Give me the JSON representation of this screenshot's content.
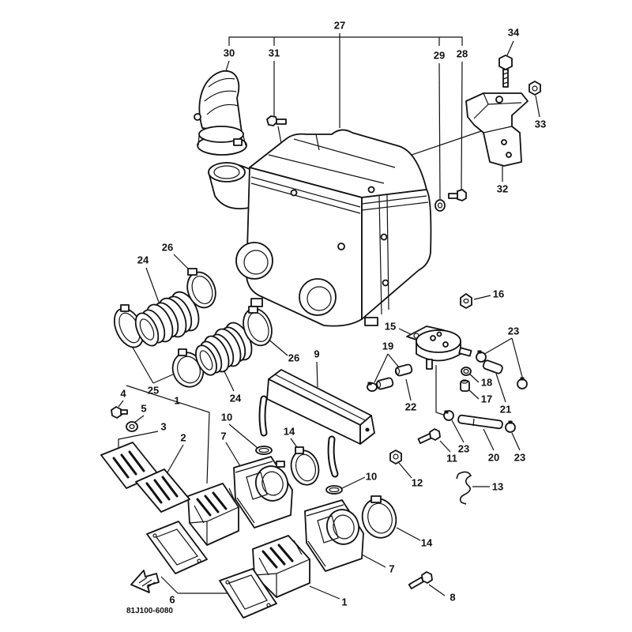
{
  "diagram": {
    "callouts": [
      "27",
      "30",
      "31",
      "29",
      "28",
      "34",
      "33",
      "32",
      "24",
      "26",
      "16",
      "15",
      "23",
      "19",
      "9",
      "18",
      "26",
      "17",
      "21",
      "25",
      "24",
      "22",
      "4",
      "1",
      "5",
      "3",
      "2",
      "10",
      "14",
      "7",
      "23",
      "11",
      "20",
      "23",
      "12",
      "10",
      "13",
      "14",
      "7",
      "8",
      "6",
      "1"
    ],
    "part_code": "81J100-6080"
  }
}
